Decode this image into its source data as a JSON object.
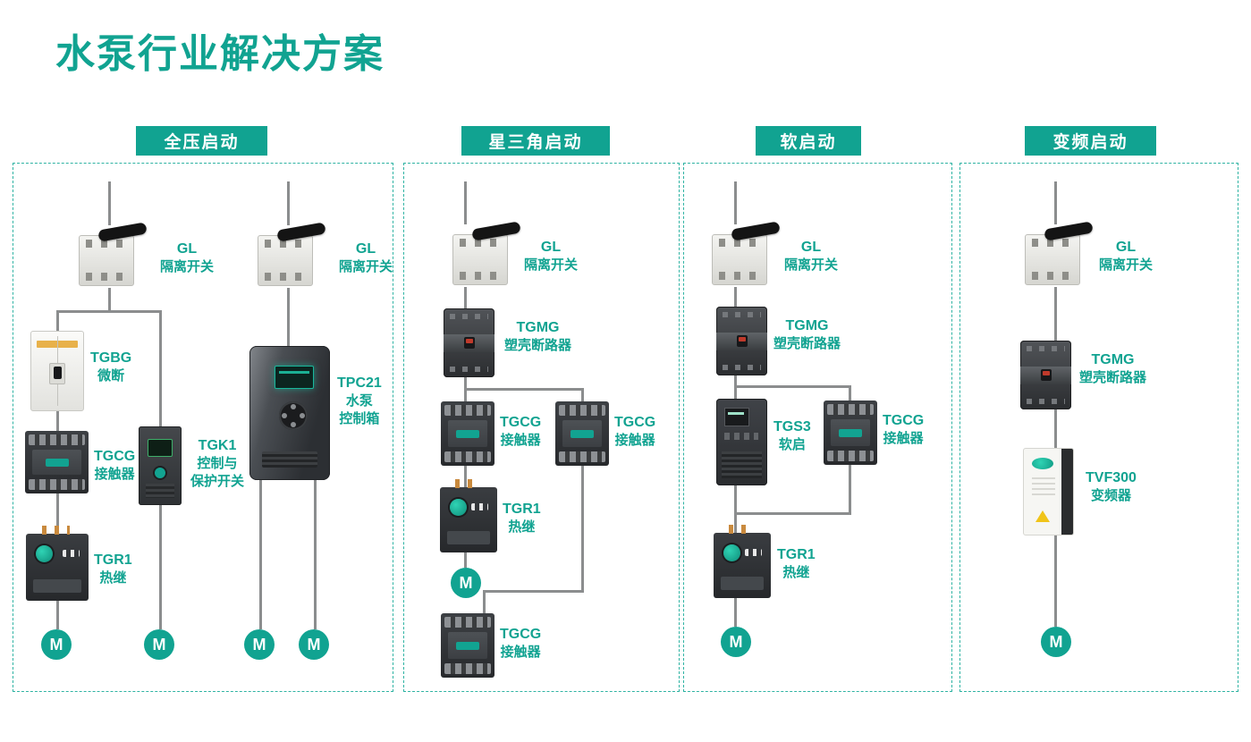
{
  "title": "水泵行业解决方案",
  "motor_label": "M",
  "colors": {
    "accent": "#11a391",
    "line": "#8b8d8e"
  },
  "panels": {
    "full_voltage": {
      "header": "全压启动",
      "components": {
        "gl1": {
          "model": "GL",
          "name": "隔离开关"
        },
        "gl2": {
          "model": "GL",
          "name": "隔离开关"
        },
        "tgbg": {
          "model": "TGBG",
          "name": "微断"
        },
        "tgcg": {
          "model": "TGCG",
          "name": "接触器"
        },
        "tgr1": {
          "model": "TGR1",
          "name": "热继"
        },
        "tgk1": {
          "model": "TGK1",
          "name": "控制与",
          "name2": "保护开关"
        },
        "tpc21": {
          "model": "TPC21",
          "name": "水泵",
          "name2": "控制箱"
        }
      }
    },
    "star_delta": {
      "header": "星三角启动",
      "components": {
        "gl": {
          "model": "GL",
          "name": "隔离开关"
        },
        "tgmg": {
          "model": "TGMG",
          "name": "塑壳断路器"
        },
        "tgcg_main": {
          "model": "TGCG",
          "name": "接触器"
        },
        "tgcg_delta": {
          "model": "TGCG",
          "name": "接触器"
        },
        "tgr1": {
          "model": "TGR1",
          "name": "热继"
        },
        "tgcg_star": {
          "model": "TGCG",
          "name": "接触器"
        }
      }
    },
    "soft_start": {
      "header": "软启动",
      "components": {
        "gl": {
          "model": "GL",
          "name": "隔离开关"
        },
        "tgmg": {
          "model": "TGMG",
          "name": "塑壳断路器"
        },
        "tgs3": {
          "model": "TGS3",
          "name": "软启"
        },
        "tgcg": {
          "model": "TGCG",
          "name": "接触器"
        },
        "tgr1": {
          "model": "TGR1",
          "name": "热继"
        }
      }
    },
    "vfd": {
      "header": "变频启动",
      "components": {
        "gl": {
          "model": "GL",
          "name": "隔离开关"
        },
        "tgmg": {
          "model": "TGMG",
          "name": "塑壳断路器"
        },
        "tvf300": {
          "model": "TVF300",
          "name": "变频器"
        }
      }
    }
  }
}
